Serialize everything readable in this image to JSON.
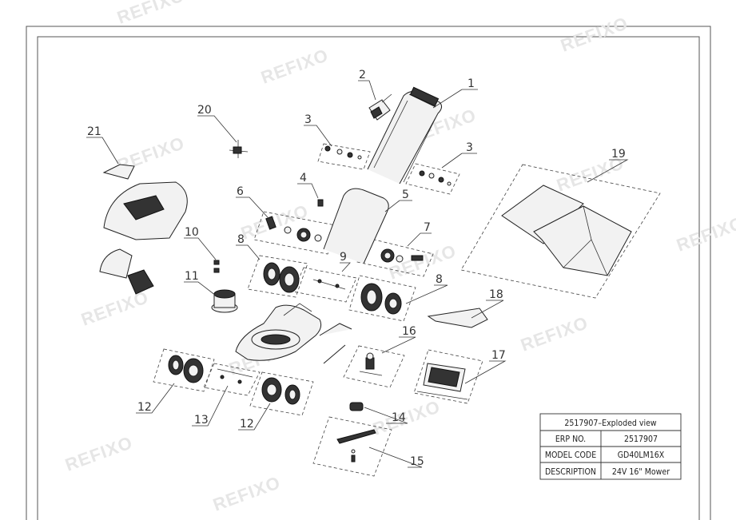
{
  "watermark": "REFIXO",
  "callouts": [
    {
      "num": "1"
    },
    {
      "num": "2"
    },
    {
      "num": "3"
    },
    {
      "num": "3"
    },
    {
      "num": "4"
    },
    {
      "num": "5"
    },
    {
      "num": "6"
    },
    {
      "num": "7"
    },
    {
      "num": "8"
    },
    {
      "num": "8"
    },
    {
      "num": "9"
    },
    {
      "num": "10"
    },
    {
      "num": "11"
    },
    {
      "num": "12"
    },
    {
      "num": "12"
    },
    {
      "num": "13"
    },
    {
      "num": "14"
    },
    {
      "num": "15"
    },
    {
      "num": "16"
    },
    {
      "num": "17"
    },
    {
      "num": "18"
    },
    {
      "num": "19"
    },
    {
      "num": "20"
    },
    {
      "num": "21"
    }
  ],
  "title_block": {
    "title": "2517907–Exploded view",
    "rows": [
      {
        "label": "ERP NO.",
        "value": "2517907"
      },
      {
        "label": "MODEL CODE",
        "value": "GD40LM16X"
      },
      {
        "label": "DESCRIPTION",
        "value": "24V 16\" Mower"
      }
    ]
  }
}
